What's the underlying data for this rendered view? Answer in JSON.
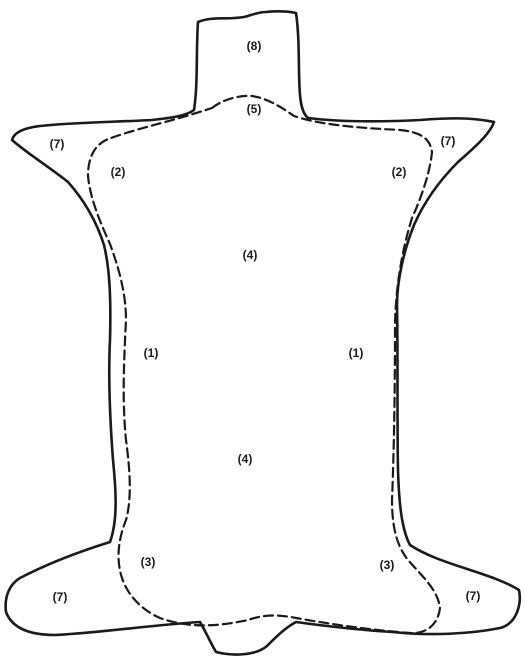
{
  "diagram": {
    "regions": [
      {
        "id": "neck",
        "label": "(8)"
      },
      {
        "id": "upper-center",
        "label": "(5)"
      },
      {
        "id": "top-left-flap",
        "label": "(7)"
      },
      {
        "id": "top-right-flap",
        "label": "(7)"
      },
      {
        "id": "upper-left",
        "label": "(2)"
      },
      {
        "id": "upper-right",
        "label": "(2)"
      },
      {
        "id": "center-upper",
        "label": "(4)"
      },
      {
        "id": "mid-left",
        "label": "(1)"
      },
      {
        "id": "mid-right",
        "label": "(1)"
      },
      {
        "id": "center-lower",
        "label": "(4)"
      },
      {
        "id": "lower-left",
        "label": "(3)"
      },
      {
        "id": "lower-right",
        "label": "(3)"
      },
      {
        "id": "bottom-left-flap",
        "label": "(7)"
      },
      {
        "id": "bottom-right-flap",
        "label": "(7)"
      }
    ],
    "outline_color": "#1a1a1a",
    "background_color": "#ffffff"
  }
}
